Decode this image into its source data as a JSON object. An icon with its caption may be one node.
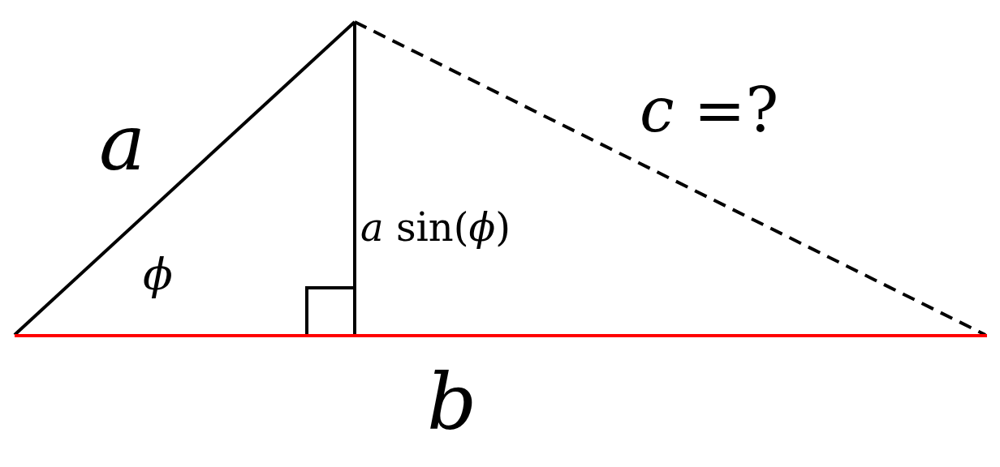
{
  "diagram": {
    "labels": [
      "*c* =?",
      "*a*",
      "*a* sin(*ϕ*)",
      "*ϕ*",
      "*b*"
    ]
  }
}
